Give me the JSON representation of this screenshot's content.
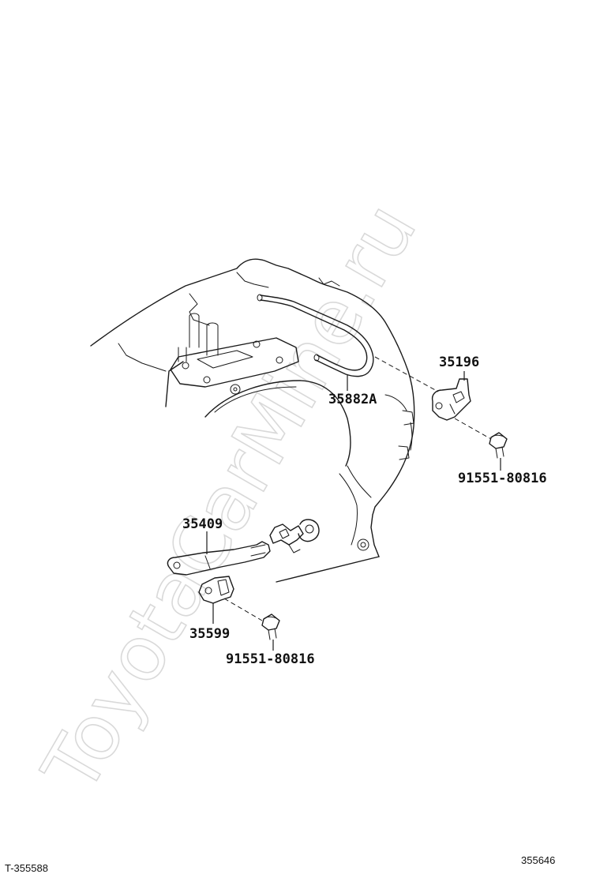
{
  "watermark": {
    "text": "ToyotaCarMine.ru"
  },
  "labels": {
    "p35196": "35196",
    "p35882A": "35882A",
    "p91551_right": "91551-80816",
    "p35409": "35409",
    "p35599": "35599",
    "p91551_bottom": "91551-80816"
  },
  "corner": {
    "left_code": "T-355588",
    "right_code": "355646"
  }
}
